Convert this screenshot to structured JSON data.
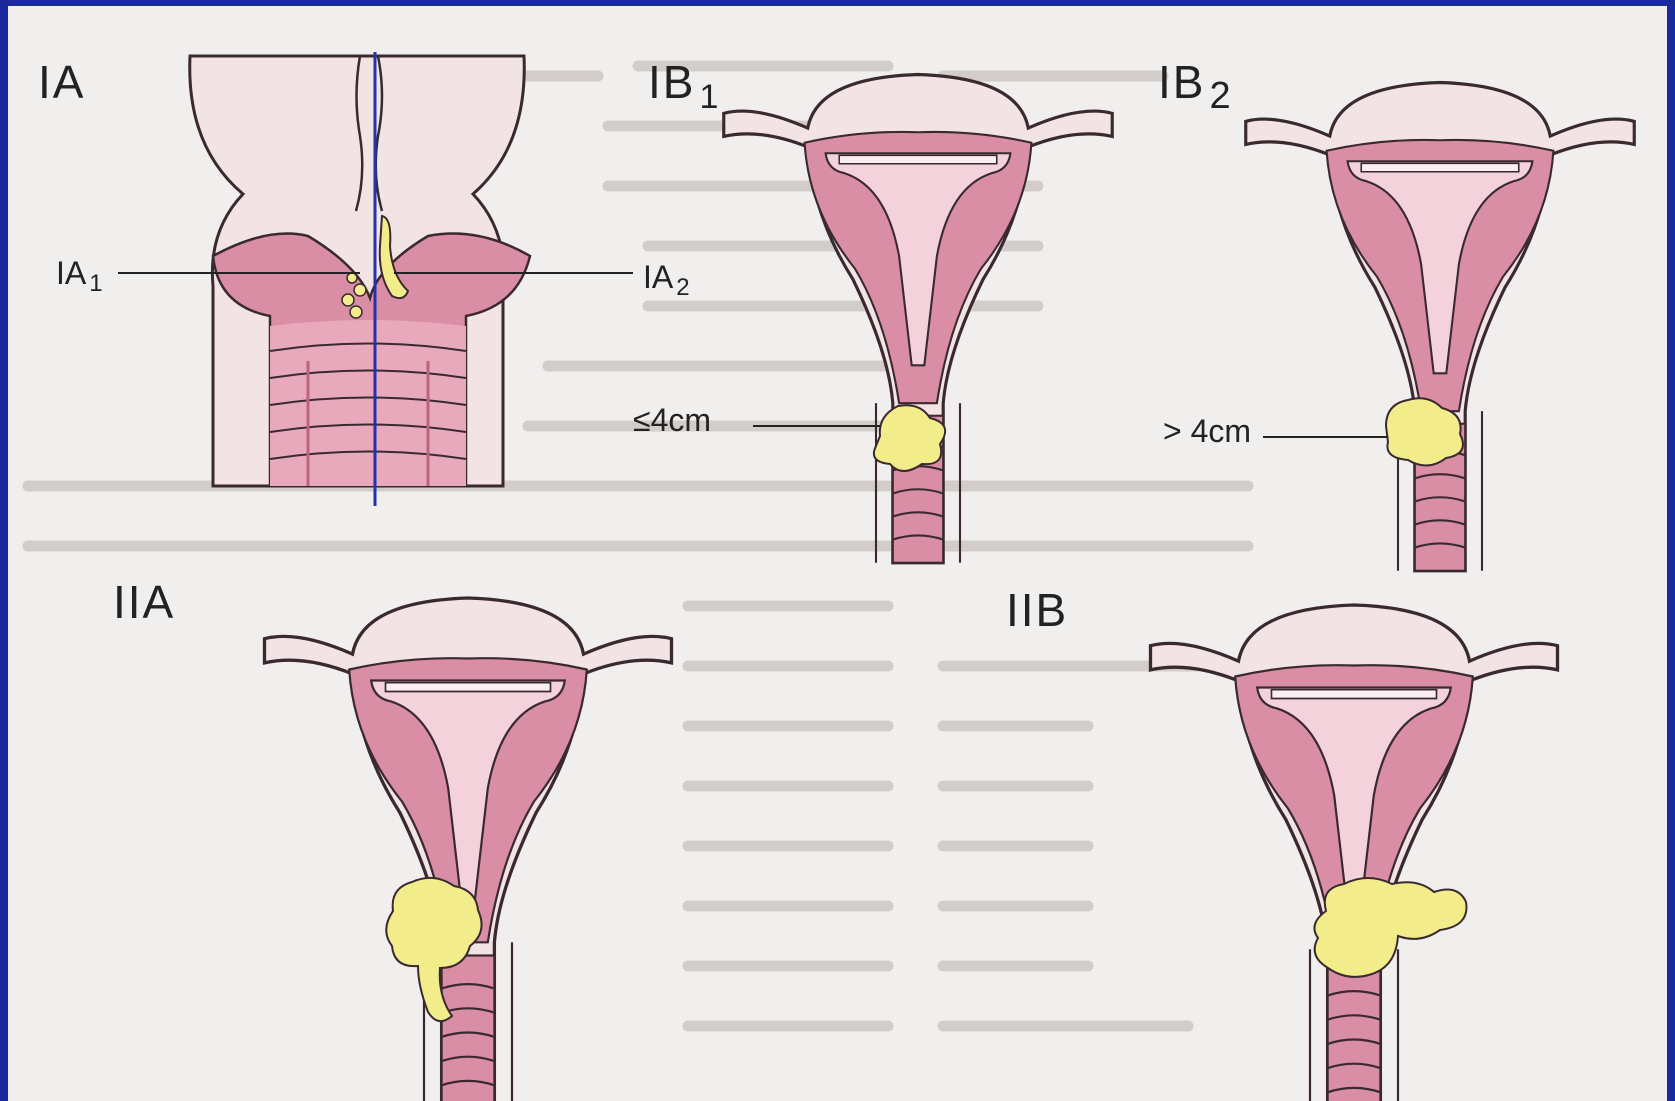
{
  "colors": {
    "frame": "#1a2a9c",
    "page": "#f1efee",
    "tissue": "#d98ea6",
    "cavity": "#f4d2dc",
    "tumor": "#f3ec8a",
    "outline": "#3a2a30",
    "axis_line": "#2233aa"
  },
  "panels": {
    "IA": {
      "title": "IA",
      "label_left": "IA",
      "label_left_sub": "1",
      "label_right": "IA",
      "label_right_sub": "2"
    },
    "IB1": {
      "title": "IB",
      "title_sub": "1",
      "measure": "≤4cm"
    },
    "IB2": {
      "title": "IB",
      "title_sub": "2",
      "measure": "> 4cm"
    },
    "IIA": {
      "title": "IIA"
    },
    "IIB": {
      "title": "IIB"
    }
  }
}
